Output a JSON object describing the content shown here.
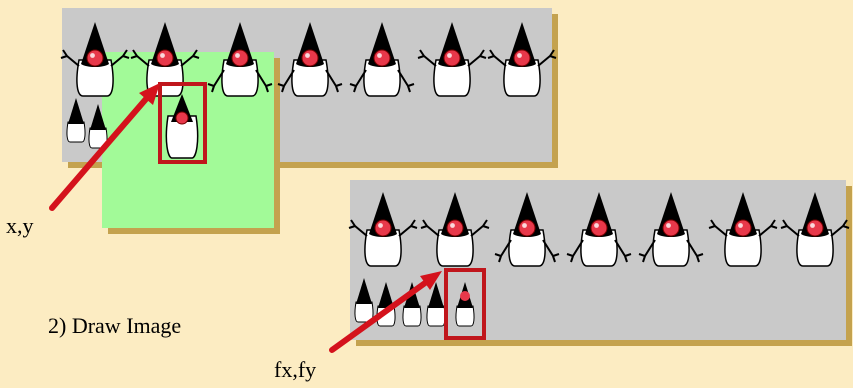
{
  "labels": {
    "xy": "x,y",
    "draw_image": "2) Draw Image",
    "fxfy": "fx,fy"
  },
  "colors": {
    "background": "#fcecc2",
    "sprite_sheet": "#c9c9c9",
    "sheet_shadow": "#c4a24e",
    "clip_area": "#a2fa98",
    "highlight": "#c0161c",
    "arrow": "#d4121c"
  },
  "icons": {
    "sprite": "duke-mascot-icon"
  }
}
